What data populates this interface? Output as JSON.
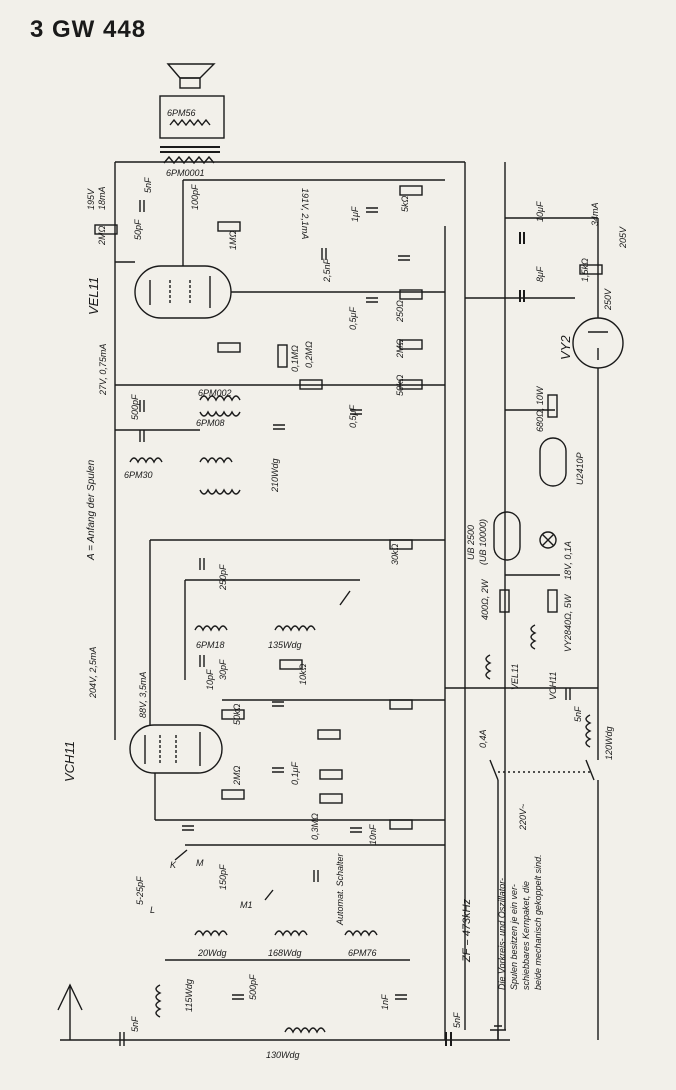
{
  "title": "3 GW 448",
  "labels": {
    "speaker": "6PM56",
    "fb_coil": "6PM0001",
    "tube_vel11": "VEL11",
    "tube_vch11": "VCH11",
    "tube_vy2": "VY2",
    "anfang": "A = Anfang der Spulen",
    "v195": "195V",
    "ma18": "18mA",
    "v191": "191V, 2,1mA",
    "v205": "205V",
    "ma34": "34mA",
    "v250": "250V",
    "v27": "27V, 0,75mA",
    "v88": "88V, 3,5mA",
    "v204": "204V, 2,5mA",
    "zf": "ZF = 473kHz",
    "ub2500": "UB 2500",
    "ub10000": "(UB 10000)",
    "u2410p": "U2410P",
    "r680": "680Ω, 10W",
    "lamp": "18V, 0,1A",
    "r400": "400Ω, 2W",
    "r840": "840Ω, 5W",
    "vy2_heater": "VY2",
    "vel11_heater": "VEL11",
    "vch11_heater": "VCH11",
    "fuse": "0,4A",
    "wdg120": "120Wdg",
    "c5nf_main": "5nF",
    "mains": "220V~",
    "wdg130": "130Wdg",
    "wdg115": "115Wdg",
    "pm76": "6PM76",
    "pm168": "168Wdg",
    "wdg20": "20Wdg",
    "pm18": "6PM18",
    "pm135": "135Wdg",
    "pm30": "6PM30",
    "pm08": "6PM08",
    "pm002": "6PM002",
    "wdg210": "210Wdg",
    "schalter": "Automat. Schalter",
    "c10uf": "10μF",
    "c8uf": "8μF",
    "r1_5k": "1,5kΩ",
    "c1uf": "1μF",
    "r5k": "5kΩ",
    "r1m": "1MΩ",
    "r2m": "2MΩ",
    "r250": "250Ω",
    "r2m2": "2MΩ",
    "r50k": "50kΩ",
    "c5nf": "5nF",
    "c100pf": "100pF",
    "c50pf": "50pF",
    "c500pf": "500pF",
    "c2_5nf": "2,5nF",
    "c0_5uf": "0,5μF",
    "r0_1m": "0,1MΩ",
    "r0_2m": "0,2MΩ",
    "c0_5uf2": "0,5μF",
    "r30k": "30kΩ",
    "r10k": "10kΩ",
    "c250pf": "250pF",
    "c30pf": "30pF",
    "c10pf": "10pF",
    "r50k2": "50kΩ",
    "c0_1uf": "0,1μF",
    "r2m3": "2MΩ",
    "r0_3m": "0,3MΩ",
    "c10nf": "10nF",
    "c5_25pf": "5-25pF",
    "c150pf": "150pF",
    "c500pf2": "500pF",
    "c1nf": "1nF",
    "c5nf_ant": "5nF",
    "c5nf_b": "5nF",
    "sw_k": "K",
    "sw_m": "M",
    "sw_m1": "M1",
    "sw_l": "L"
  },
  "note_lines": [
    "Die Vorkreis- und Oszillator-",
    "Spulen besitzen je ein ver-",
    "schiebbares Kernpaket, die",
    "beide mechanisch gekoppelt sind."
  ],
  "colors": {
    "ink": "#1a1a1a",
    "paper": "#f2f0ea"
  }
}
